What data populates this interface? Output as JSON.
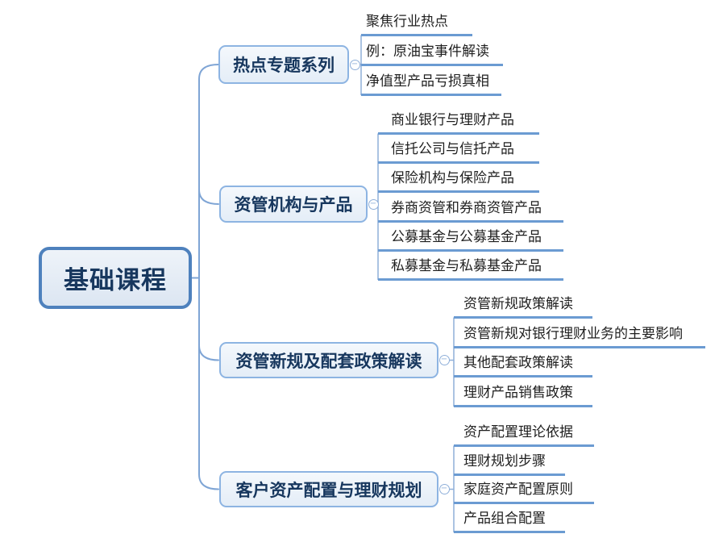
{
  "root": {
    "label": "基础课程"
  },
  "branches": [
    {
      "label": "热点专题系列",
      "children": [
        "聚焦行业热点",
        "例：原油宝事件解读",
        "净值型产品亏损真相"
      ]
    },
    {
      "label": "资管机构与产品",
      "children": [
        "商业银行与理财产品",
        "信托公司与信托产品",
        "保险机构与保险产品",
        "券商资管和券商资管产品",
        "公募基金与公募基金产品",
        "私募基金与私募基金产品"
      ]
    },
    {
      "label": "资管新规及配套政策解读",
      "children": [
        "资管新规政策解读",
        "资管新规对银行理财业务的主要影响",
        "其他配套政策解读",
        "理财产品销售政策"
      ]
    },
    {
      "label": "客户资产配置与理财规划",
      "children": [
        "资产配置理论依据",
        "理财规划步骤",
        "家庭资产配置原则",
        "产品组合配置"
      ]
    }
  ],
  "collapse_glyph": "−",
  "colors": {
    "root_border": "#4e81bd",
    "root_fill": "#dce6f2",
    "branch_border": "#8db4e2",
    "branch_fill": "#eaf1f9",
    "topic_text": "#17375e",
    "leaf_text": "#1f1f1f",
    "leaf_underline": "#6b9bd2",
    "connector": "#7fa5d5",
    "background": "#ffffff"
  }
}
